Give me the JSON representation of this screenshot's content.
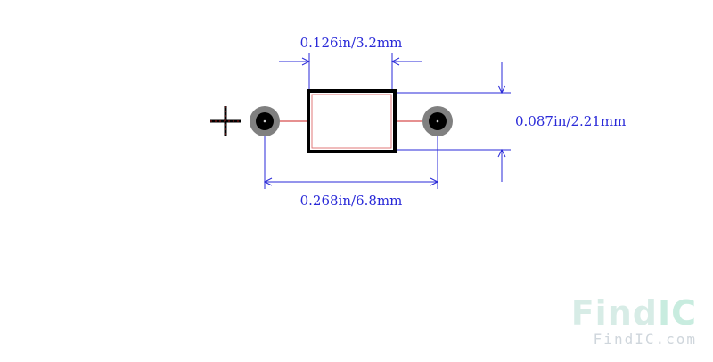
{
  "dimensions": {
    "body_length": "0.126in/3.2mm",
    "body_height": "0.087in/2.21mm",
    "lead_spacing": "0.268in/6.8mm"
  },
  "polarity_mark": "+",
  "watermark": {
    "logo_part1": "Find",
    "logo_part2": "IC",
    "url": "FindIC.com"
  },
  "colors": {
    "dimension": "#2a2ad8",
    "outline": "#000000",
    "pad_ring": "#808080",
    "centerline": "#cc2222",
    "watermark_find": "#d7ece6",
    "watermark_ic": "#c8ecdf",
    "watermark_url": "#cfd6dc"
  }
}
